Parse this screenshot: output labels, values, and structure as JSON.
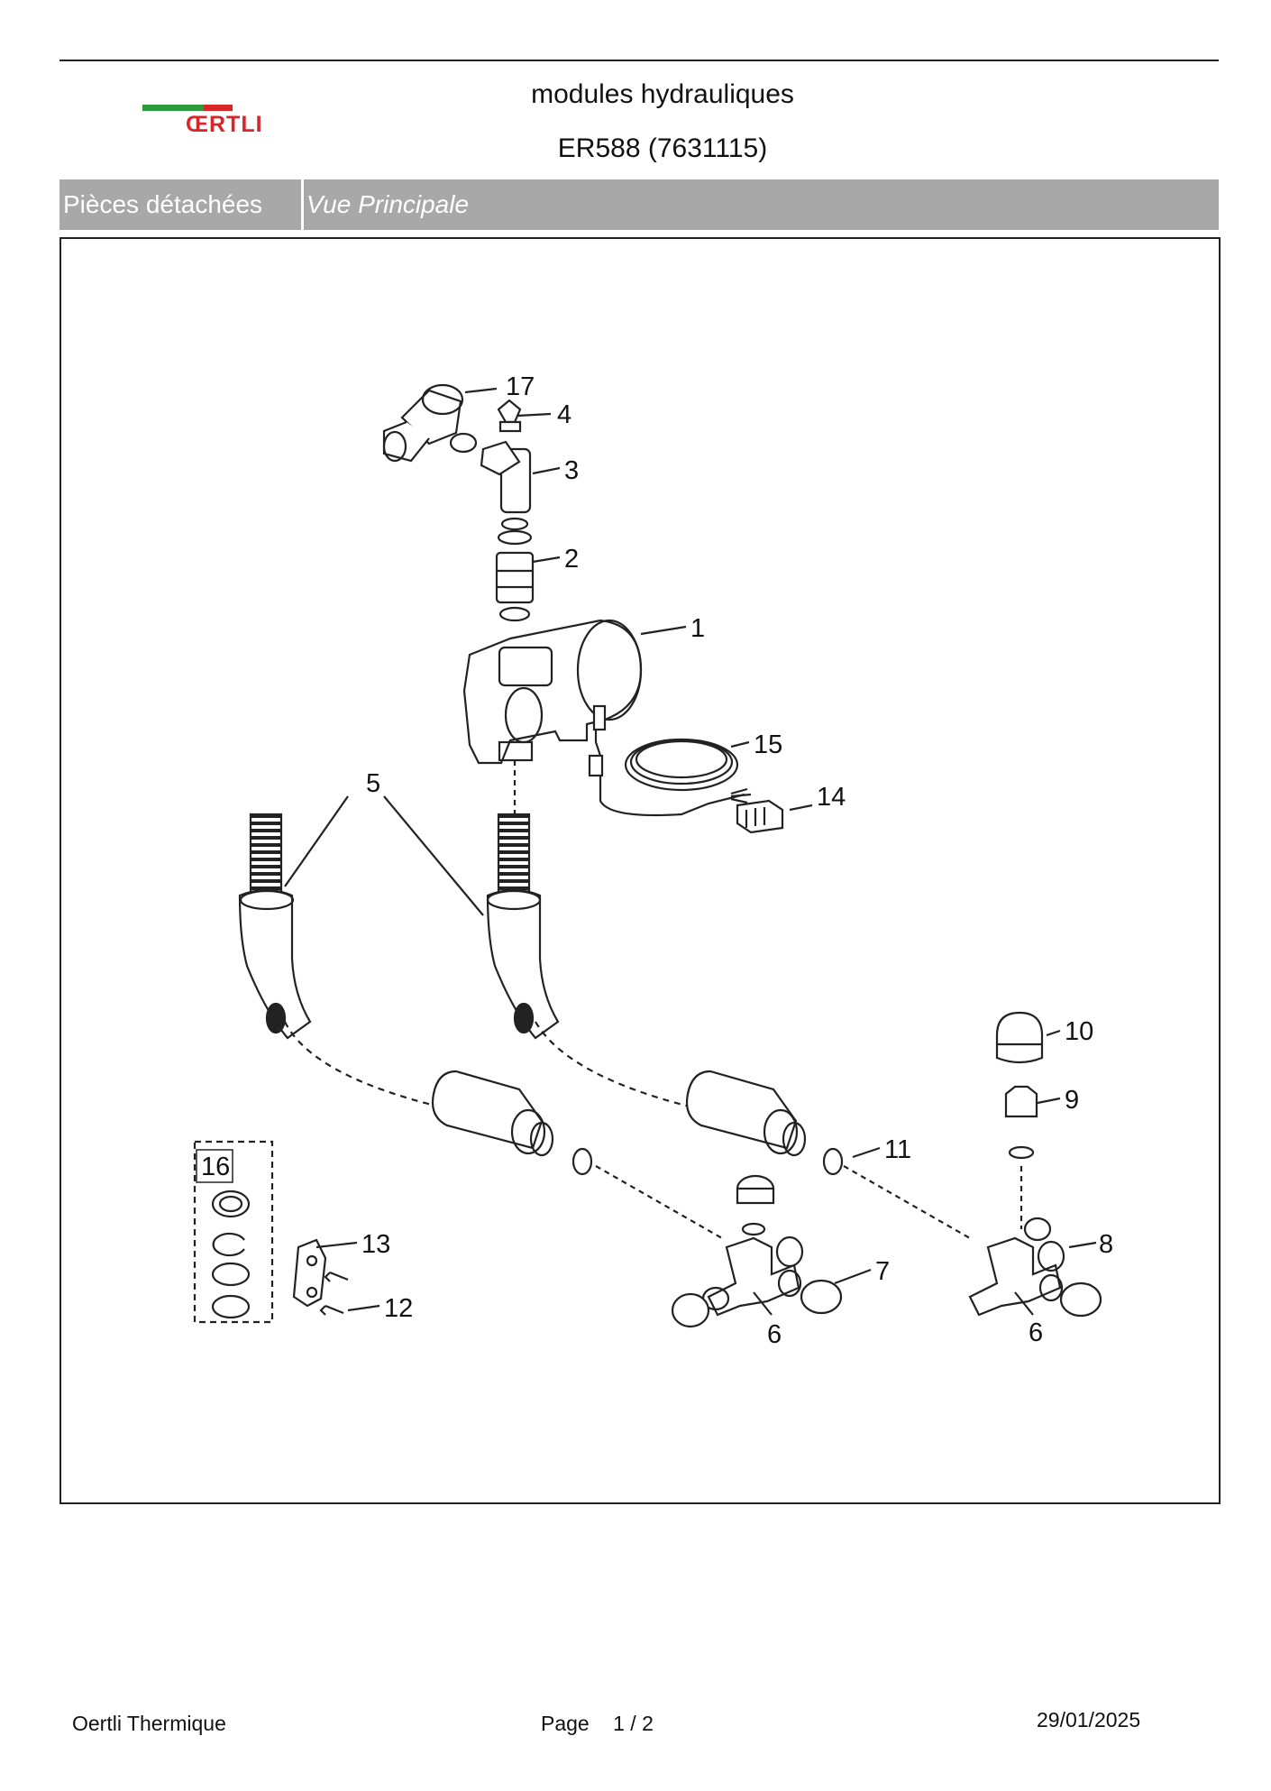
{
  "brand": {
    "logo_text": "ŒRTLI",
    "logo_colors": [
      "#2e9a3e",
      "#d8262b"
    ]
  },
  "header": {
    "title": "modules hydrauliques",
    "subtitle": "ER588 (7631115)"
  },
  "section_band": {
    "left_label": "Pièces détachées",
    "right_label": "Vue Principale"
  },
  "diagram": {
    "callouts": {
      "c1": "1",
      "c2": "2",
      "c3": "3",
      "c4": "4",
      "c5": "5",
      "c6a": "6",
      "c6b": "6",
      "c7": "7",
      "c8": "8",
      "c9": "9",
      "c10": "10",
      "c11": "11",
      "c12": "12",
      "c13": "13",
      "c14": "14",
      "c15": "15",
      "c16": "16",
      "c17": "17"
    }
  },
  "footer": {
    "company": "Oertli Thermique",
    "page_label": "Page",
    "page_value": "1 / 2",
    "date": "29/01/2025"
  }
}
